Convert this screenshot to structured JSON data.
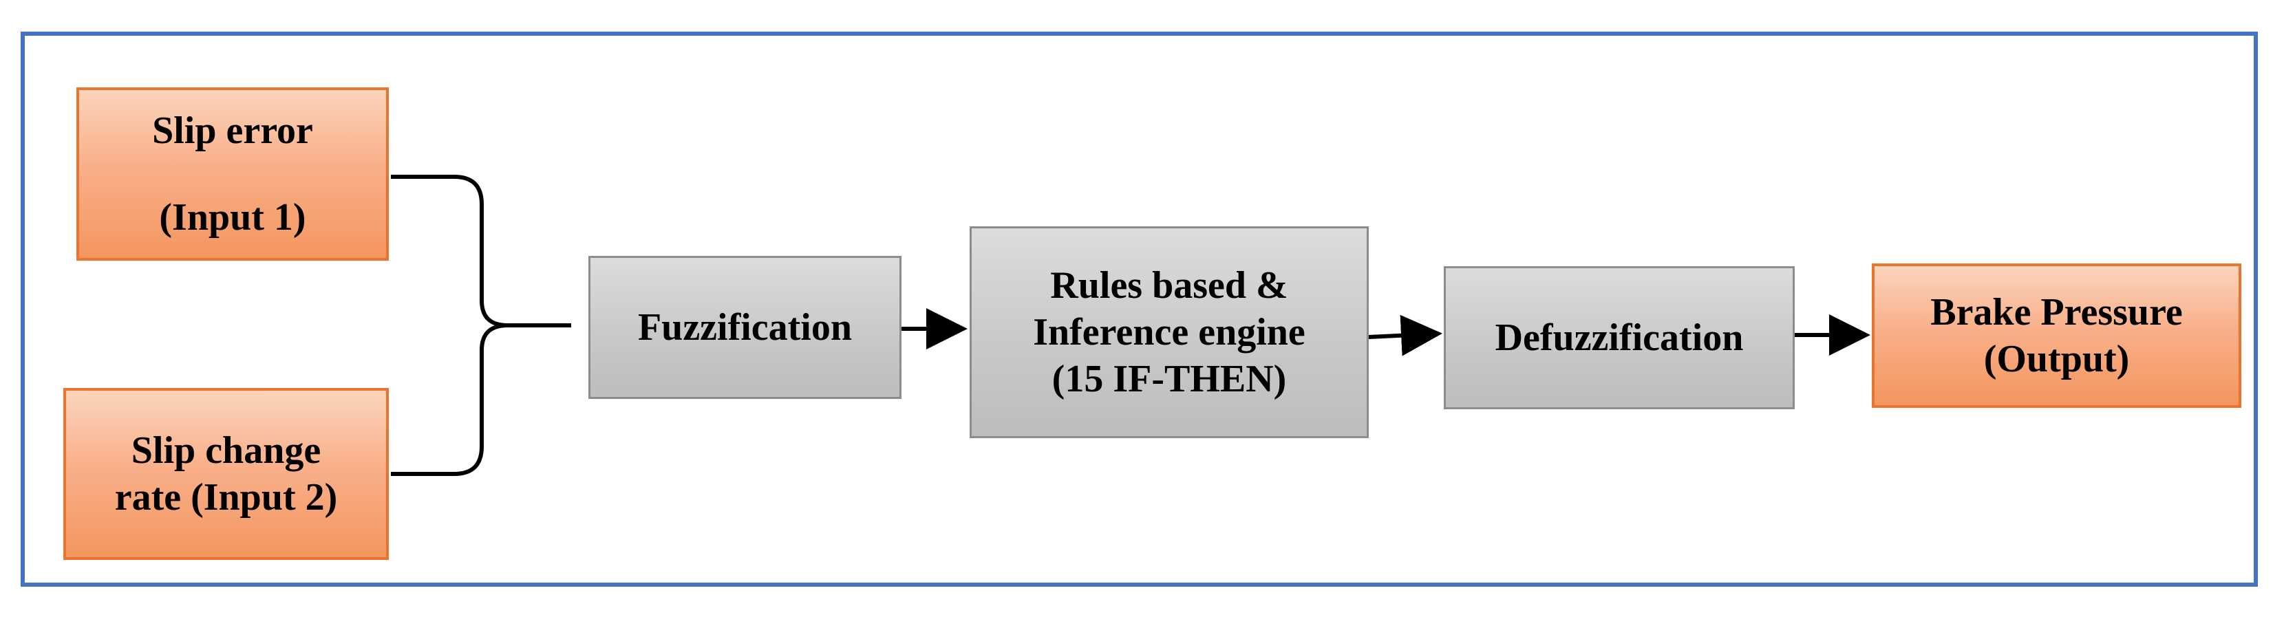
{
  "diagram": {
    "border_color": "#4472C4",
    "input_fill": "#F9B08A",
    "input_border": "#E8742F",
    "process_fill": "#C9C9C9",
    "process_border": "#8C8C8C",
    "nodes": {
      "input1": {
        "line1": "Slip error",
        "line2": "(Input 1)"
      },
      "input2": {
        "line1": "Slip change",
        "line2": "rate (Input 2)"
      },
      "fuzzification": {
        "label": "Fuzzification"
      },
      "rules": {
        "line1": "Rules based &",
        "line2": "Inference engine",
        "line3": "(15 IF-THEN)"
      },
      "defuzzification": {
        "label": "Defuzzification"
      },
      "output": {
        "line1": "Brake Pressure",
        "line2": "(Output)"
      }
    },
    "edges": [
      {
        "from": "input1",
        "to": "fuzzification",
        "style": "brace"
      },
      {
        "from": "input2",
        "to": "fuzzification",
        "style": "brace"
      },
      {
        "from": "fuzzification",
        "to": "rules",
        "style": "arrow"
      },
      {
        "from": "rules",
        "to": "defuzzification",
        "style": "arrow"
      },
      {
        "from": "defuzzification",
        "to": "output",
        "style": "arrow"
      }
    ]
  }
}
